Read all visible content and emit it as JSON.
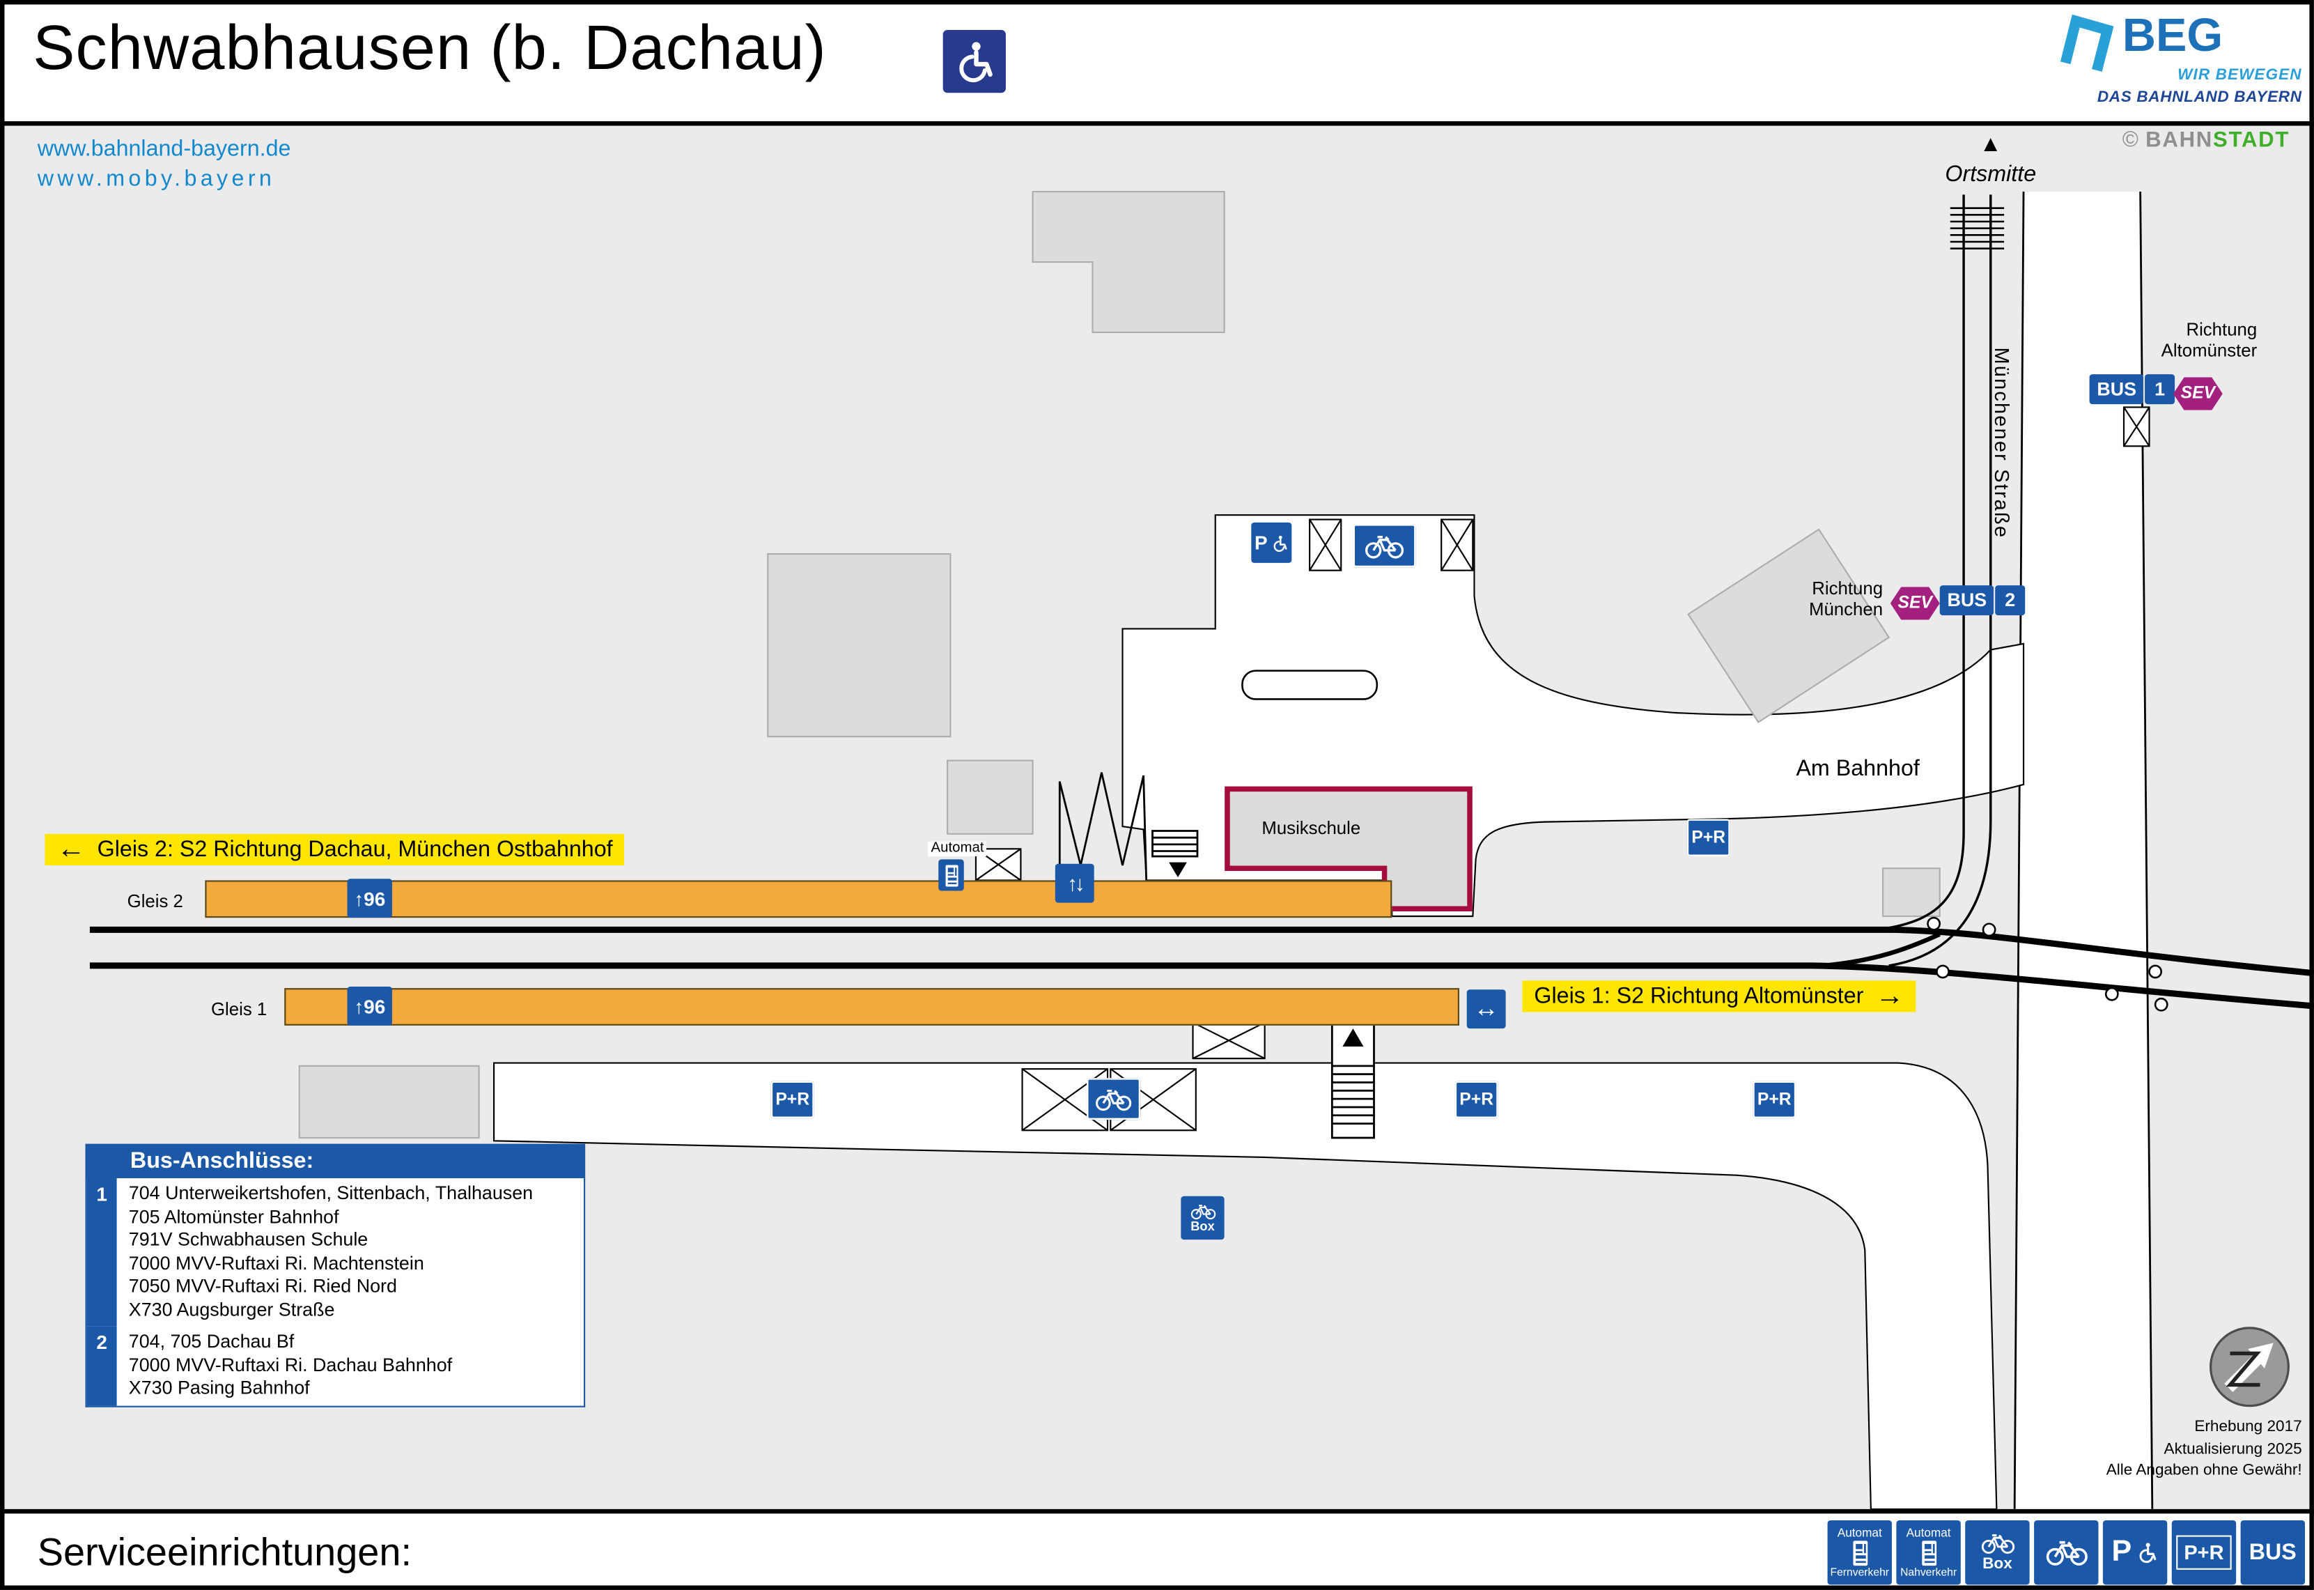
{
  "header": {
    "title": "Schwabhausen (b. Dachau)",
    "beg": {
      "name": "BEG",
      "tagline1": "WIR BEWEGEN",
      "tagline2": "DAS BAHNLAND BAYERN"
    },
    "credit": {
      "symbol": "©",
      "part1": "BAHN",
      "part2": "STADT"
    }
  },
  "links": {
    "line1": "www.bahnland-bayern.de",
    "line2": "www.moby.bayern"
  },
  "map": {
    "ortsmitte": {
      "arrow": "▲",
      "label": "Ortsmitte"
    },
    "streets": {
      "muenchener": "Münchener Straße",
      "am_bahnhof": "Am Bahnhof"
    },
    "stop1": {
      "line1": "Richtung",
      "line2": "Altomünster",
      "bus": "BUS",
      "num": "1",
      "sev": "SEV"
    },
    "stop2": {
      "line1": "Richtung",
      "line2": "München",
      "sev": "SEV",
      "bus": "BUS",
      "num": "2"
    },
    "musikschule": "Musikschule",
    "signs": {
      "gleis2": {
        "arrow": "←",
        "text": "Gleis 2: S2 Richtung Dachau, München Ostbahnhof"
      },
      "gleis1": {
        "text": "Gleis 1: S2 Richtung Altomünster",
        "arrow": "→"
      }
    },
    "platforms": {
      "gleis2": "Gleis 2",
      "gleis1": "Gleis 1",
      "marker_arrow": "↑",
      "marker_value": "96"
    },
    "badges": {
      "pr": "P+R",
      "p": "P",
      "box": "Box",
      "updown": "↑↓",
      "leftright": "↔",
      "automat": "Automat"
    },
    "notes": [
      "Erhebung 2017",
      "Aktualisierung 2025",
      "Alle Angaben ohne Gewähr!"
    ]
  },
  "bus_box": {
    "title": "Bus-Anschlüsse:",
    "stops": [
      {
        "id": "1",
        "lines": [
          "704 Unterweikertshofen, Sittenbach, Thalhausen",
          "705 Altomünster Bahnhof",
          "791V Schwabhausen Schule",
          "7000 MVV-Ruftaxi Ri. Machtenstein",
          "7050 MVV-Ruftaxi Ri. Ried Nord",
          "X730 Augsburger Straße"
        ]
      },
      {
        "id": "2",
        "lines": [
          "704, 705 Dachau Bf",
          "7000 MVV-Ruftaxi Ri. Dachau Bahnhof",
          "X730 Pasing Bahnhof"
        ]
      }
    ]
  },
  "footer": {
    "title": "Serviceeinrichtungen:",
    "icons": {
      "automat_fv": {
        "top": "Automat",
        "bottom": "Fernverkehr"
      },
      "automat_nv": {
        "top": "Automat",
        "bottom": "Nahverkehr"
      },
      "bikebox": {
        "label": "Box"
      },
      "p_access": {
        "label": "P"
      },
      "pr": {
        "label": "P+R"
      },
      "bus": {
        "label": "BUS"
      }
    }
  },
  "colors": {
    "badge_blue": "#1b58a8",
    "sev_purple": "#a3207f",
    "platform_orange": "#f4a93d",
    "sign_yellow": "#ffe500",
    "musikschule_red": "#a50d3c",
    "link_blue": "#1289cc"
  }
}
